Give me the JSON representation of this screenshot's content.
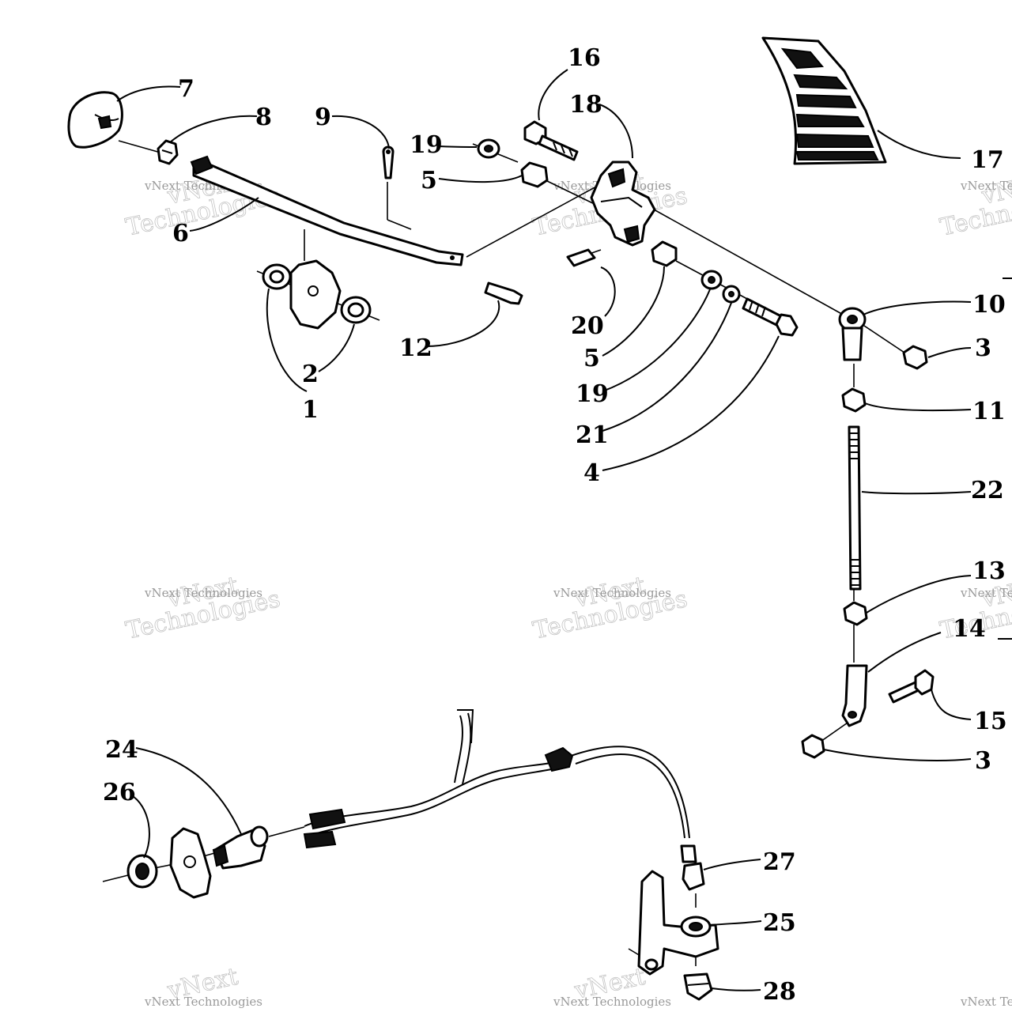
{
  "watermark": {
    "line1": "vNext",
    "line2": "Technologies",
    "small": "vNext Technologies"
  },
  "callouts": [
    "1",
    "2",
    "3",
    "3",
    "4",
    "5",
    "5",
    "6",
    "7",
    "8",
    "9",
    "10",
    "11",
    "12",
    "13",
    "14",
    "15",
    "16",
    "17",
    "18",
    "19",
    "19",
    "20",
    "21",
    "22",
    "24",
    "25",
    "26",
    "27",
    "28"
  ]
}
